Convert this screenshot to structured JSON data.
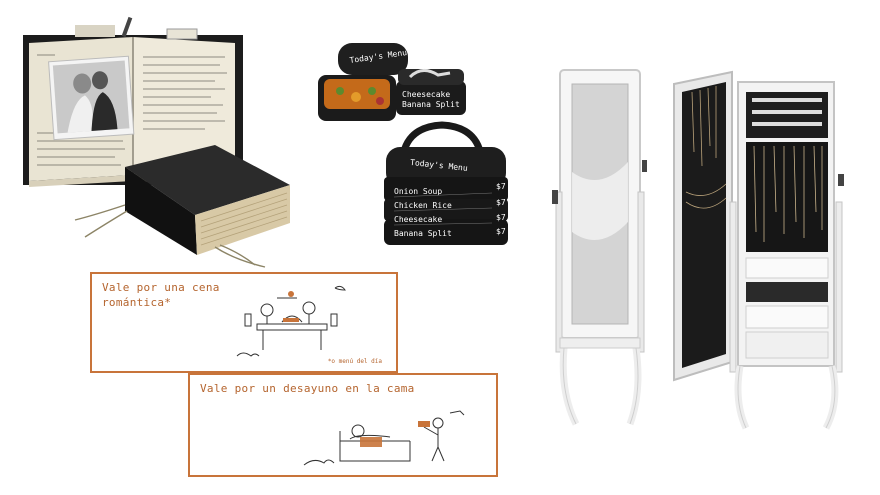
{
  "lunchbox": {
    "brand_label": "Today's Menu",
    "menu_items": [
      {
        "name": "Onion Soup",
        "price": "$7"
      },
      {
        "name": "Chicken Rice",
        "price": "$7"
      },
      {
        "name": "Cheesecake",
        "price": "$7"
      },
      {
        "name": "Banana Split",
        "price": "$7"
      }
    ],
    "small_box_items": [
      "Cheesecake",
      "Banana Split"
    ]
  },
  "voucher_dinner": {
    "title_line1": "Vale por una cena",
    "title_line2": "romántica*",
    "footnote": "*o menú del día"
  },
  "voucher_breakfast": {
    "title": "Vale por un desayuno en la cama"
  }
}
